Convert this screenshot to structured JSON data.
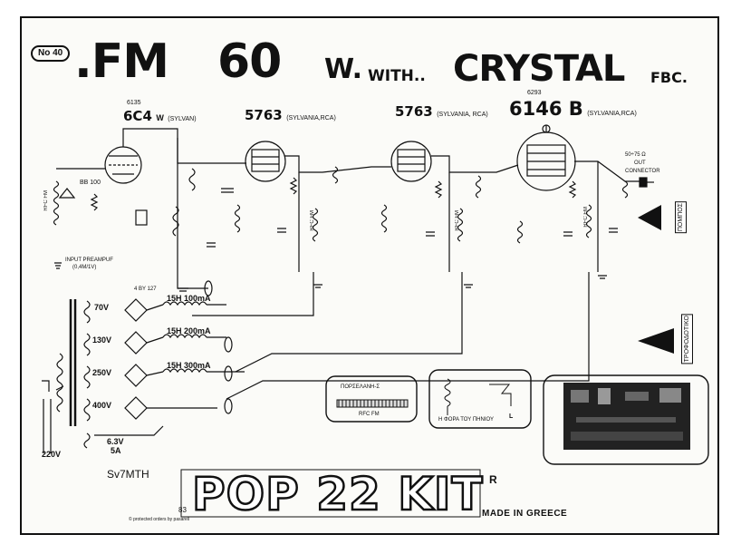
{
  "header": {
    "badge": "No 40",
    "title_fm": ".FM",
    "title_60": "60",
    "title_w": "W.",
    "title_with": "WITH..",
    "title_crystal": "CRYSTAL",
    "title_fbc": "FBC."
  },
  "tubes": [
    {
      "code": "6135",
      "name": "6C4",
      "suffix": "W",
      "maker": "(SYLVAN)"
    },
    {
      "code": "",
      "name": "5763",
      "suffix": "",
      "maker": "(SYLVANIA,RCA)"
    },
    {
      "code": "",
      "name": "5763",
      "suffix": "",
      "maker": "(SYLVANIA, RCA)"
    },
    {
      "code": "6293",
      "name": "6146 B",
      "suffix": "",
      "maker": "(SYLVANIA,RCA)"
    }
  ],
  "schematic_labels": {
    "input": "INPUT PREAMPUF",
    "input_sub": "(0,4M/1V)",
    "output": "50÷75 Ω",
    "output_sub": "OUT",
    "output_conn": "CONNECTOR",
    "rfc_fm": "RFC FM",
    "bb100": "BB 100",
    "ba_by": "4 BY 127"
  },
  "power_supply": {
    "chokes": [
      "15H 100mA",
      "15H 200mA",
      "15H 300mA"
    ],
    "voltages": [
      "70V",
      "130V",
      "250V",
      "400V",
      "6.3V"
    ],
    "filament_current": "5A",
    "mains": "220V"
  },
  "side_labels": {
    "arrow1": "ΠΟΜΠΟΣ",
    "arrow2": "ΤΡΟΦΟΔΟΤΙΚΟ"
  },
  "insets": {
    "rfc_title": "ΠΟΡΣΕΛΑΝΗ-Σ",
    "rfc_caption": "RFC FM",
    "coil_caption": "Η ΦΟΡΑ ΤΟΥ ΠΗΝΙΟΥ",
    "coil_letter": "L"
  },
  "footer": {
    "brand": "POP 22 KIT",
    "registered": "R",
    "made_in": "MADE IN GREECE",
    "author": "Sv7MTH",
    "page": "83",
    "protected": "© protected orders by pasarell"
  }
}
